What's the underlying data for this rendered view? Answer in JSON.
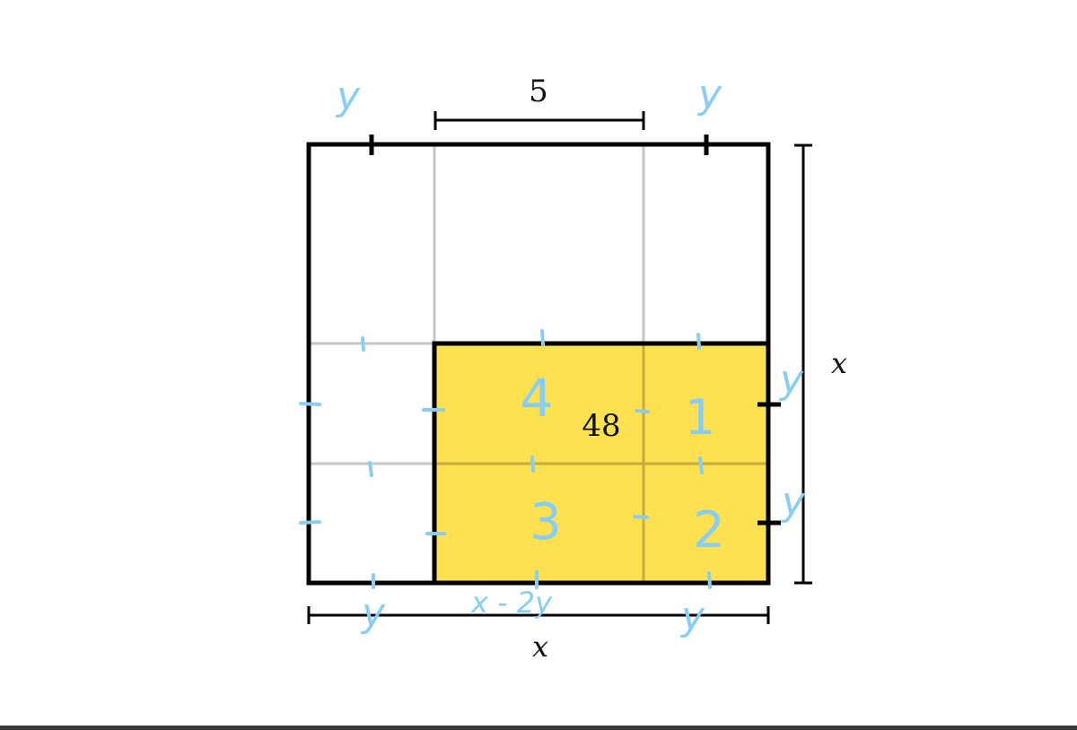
{
  "diagram": {
    "label_top_width": "5",
    "label_right_side": "x",
    "label_bottom_side": "x",
    "label_area": "48",
    "colors": {
      "outline": "#000000",
      "grid": "#c6c6c6",
      "fill": "#fde150",
      "annotation": "#87cdf5"
    }
  },
  "annotations": {
    "top_left": "y",
    "top_right": "y",
    "right_upper": "y",
    "right_lower": "y",
    "bottom_left": "y",
    "bottom_middle": "x - 2y",
    "bottom_right": "y",
    "cell_upper_left": "4",
    "cell_upper_right": "1",
    "cell_lower_left": "3",
    "cell_lower_right": "2"
  }
}
